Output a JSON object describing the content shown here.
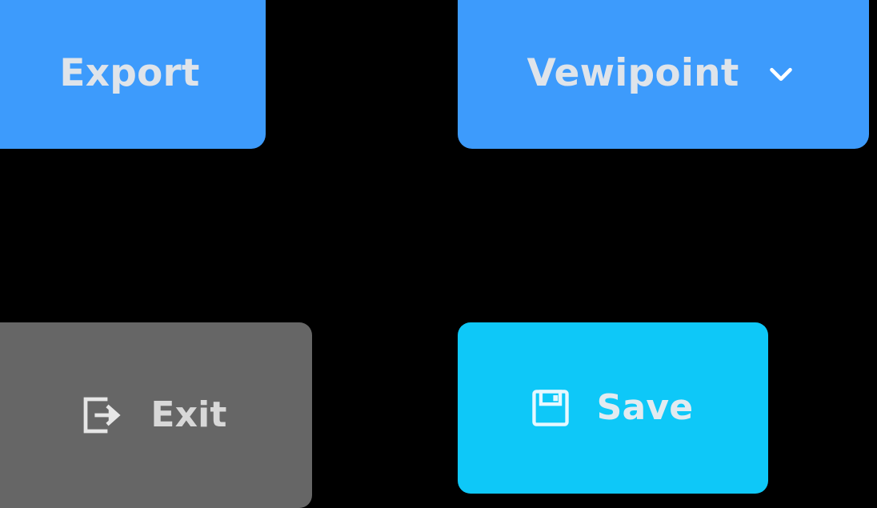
{
  "background_color": "#000000",
  "buttons": {
    "export": {
      "label": "Export",
      "bg_color": "#3d9bfc",
      "text_color": "#dfe4ea"
    },
    "viewpoint": {
      "label": "Vewipoint",
      "icon": "chevron-down-icon",
      "bg_color": "#3d9bfc",
      "text_color": "#dfe4ea",
      "icon_color": "#ffffff"
    },
    "exit": {
      "label": "Exit",
      "icon": "exit-icon",
      "bg_color": "#666666",
      "text_color": "#d8d8d8",
      "icon_color": "#e6e6e6"
    },
    "save": {
      "label": "Save",
      "icon": "floppy-disk-icon",
      "bg_color": "#0ec8f8",
      "text_color": "#e2ebf0",
      "icon_color": "#e6f8ff"
    }
  }
}
